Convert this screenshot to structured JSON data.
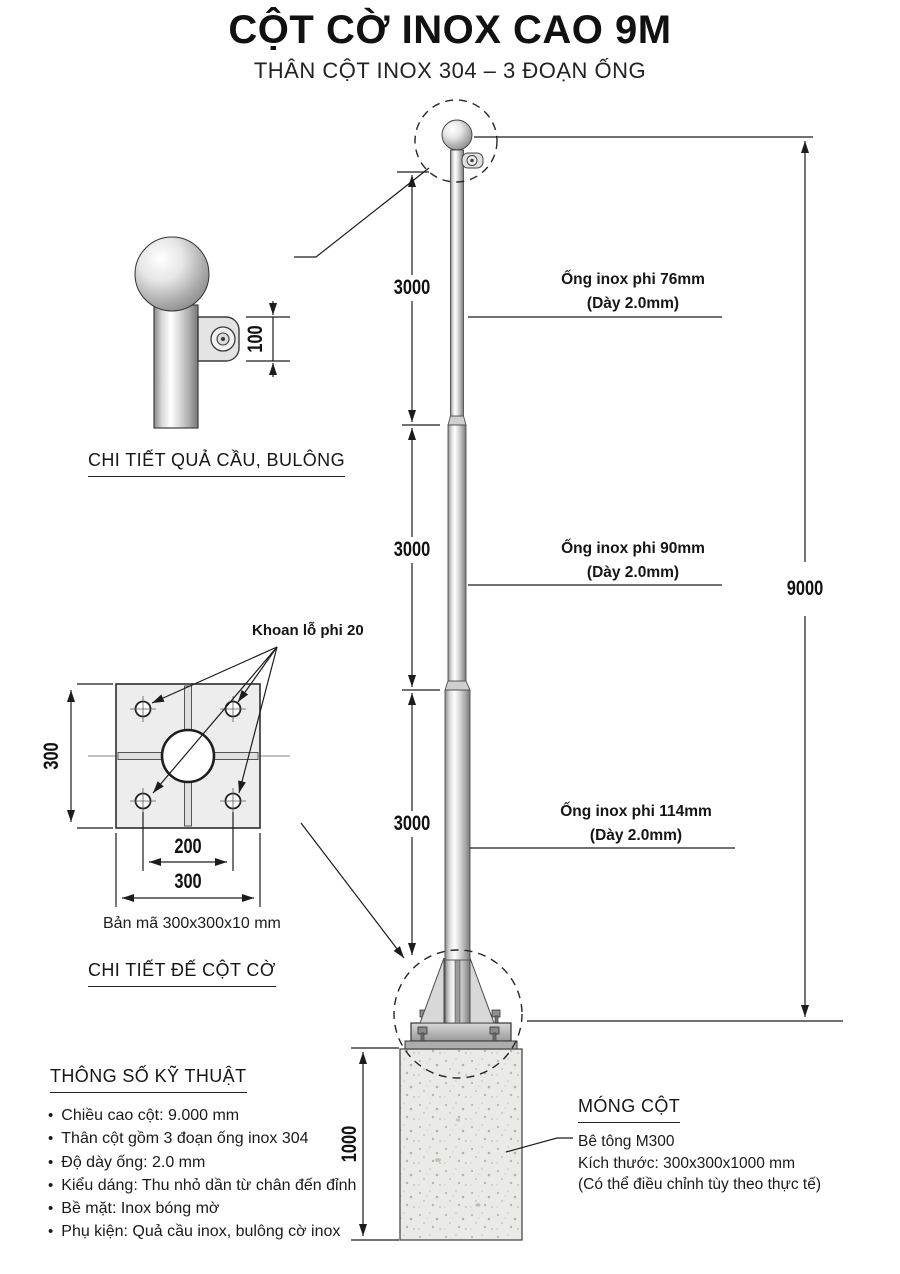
{
  "header": {
    "title": "CỘT CỜ INOX CAO 9M",
    "subtitle": "THÂN CỘT INOX 304 – 3 ĐOẠN ỐNG"
  },
  "pole": {
    "segment_dims": [
      "3000",
      "3000",
      "3000"
    ],
    "total_height": "9000",
    "pipe_labels": [
      {
        "name": "Ống inox phi 76mm",
        "thickness": "(Dày 2.0mm)"
      },
      {
        "name": "Ống inox phi 90mm",
        "thickness": "(Dày 2.0mm)"
      },
      {
        "name": "Ống inox phi 114mm",
        "thickness": "(Dày 2.0mm)"
      }
    ]
  },
  "ball_detail": {
    "caption": "CHI TIẾT QUẢ CẦU, BULÔNG",
    "bracket_height": "100"
  },
  "base_detail": {
    "caption": "CHI TIẾT ĐẾ CỘT CỜ",
    "hole_note": "Khoan lỗ phi 20",
    "plate_note": "Bản mã 300x300x10 mm",
    "side_dim": "300",
    "hole_spacing_dim": "200",
    "bottom_dim": "300"
  },
  "foundation": {
    "title": "MÓNG CỘT",
    "depth_dim": "1000",
    "notes": [
      "Bê tông M300",
      "Kích thước: 300x300x1000 mm",
      "(Có thể điều chỉnh tùy theo thực tế)"
    ]
  },
  "specs": {
    "title": "THÔNG SỐ KỸ THUẬT",
    "items": [
      "Chiều cao cột: 9.000 mm",
      "Thân cột gồm 3 đoạn ống inox 304",
      "Độ dày ống: 2.0 mm",
      "Kiểu dáng: Thu nhỏ dần từ chân đến đỉnh",
      "Bề mặt: Inox bóng mờ",
      "Phụ kiện: Quả cầu inox, bulông cờ inox"
    ]
  },
  "colors": {
    "line": "#1c1c1c",
    "concrete": "#eaeae7",
    "metal_dark": "#7a7a7a"
  }
}
